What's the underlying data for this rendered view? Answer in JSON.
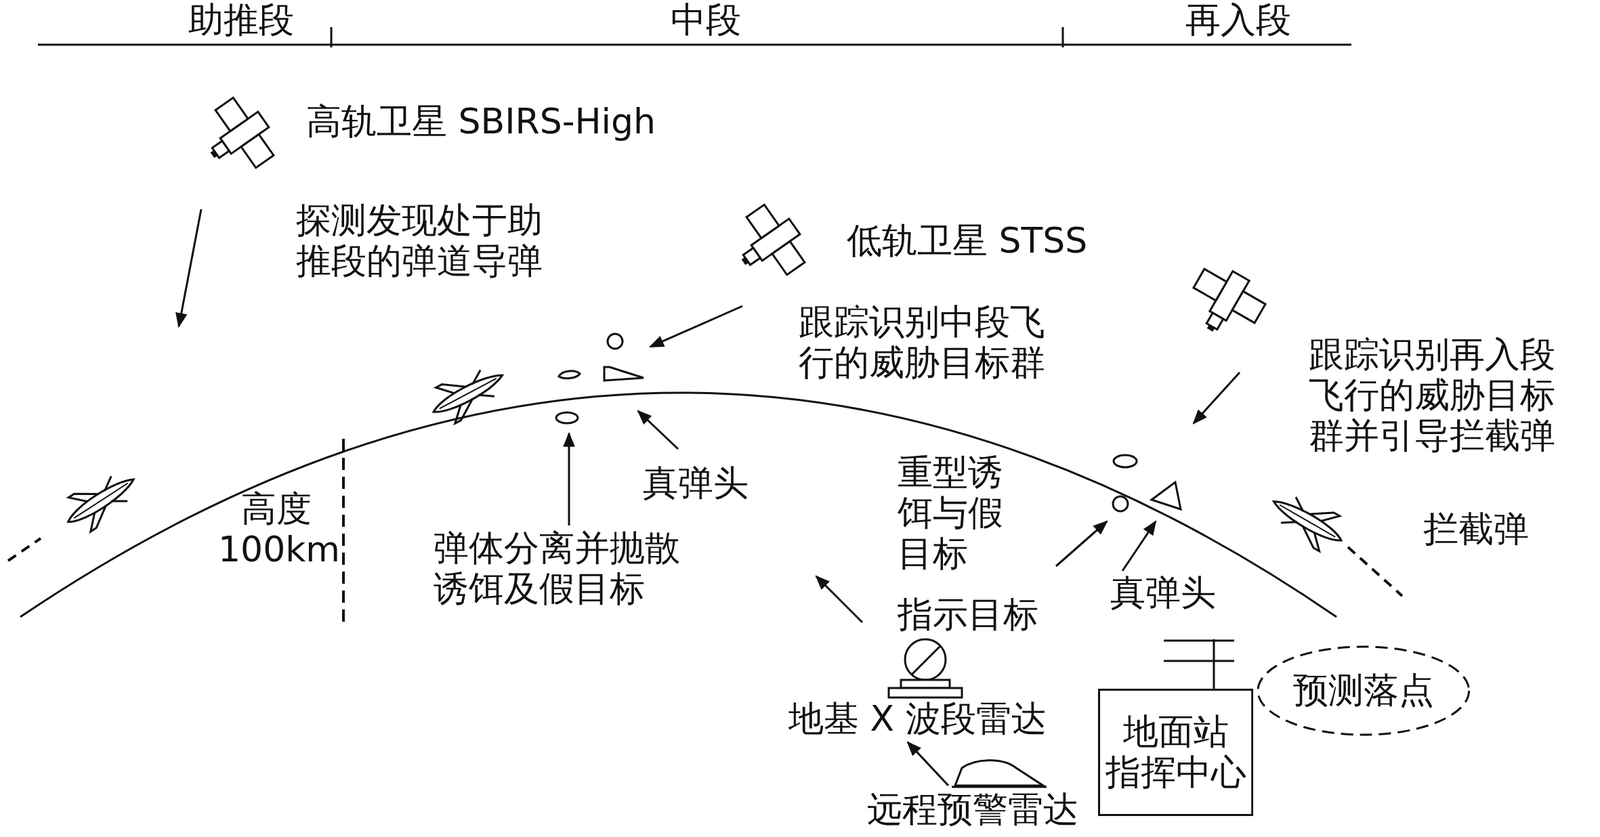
{
  "diagram": {
    "nodes": [
      {
        "text": [
          "地面站 指挥中心"
        ]
      },
      {
        "text": [
          "预测落点"
        ]
      }
    ],
    "labels": [
      "助推段",
      "中段",
      "再入段",
      "高轨卫星 SBIRS-High",
      "探测发现处于助 推段的弹道导弹",
      "低轨卫星 STSS",
      "跟踪识别中段飞 行的威胁目标群",
      "跟踪识别再入段 飞行的威胁目标 群并引导拦截弹",
      "真弹头",
      "高度 100km",
      "弹体分离并抛散 诱饵及假目标",
      "重型诱 饵与假 目标",
      "指示目标",
      "真弹头",
      "拦截弹",
      "地基 X 波段雷达",
      "远程预警雷达"
    ]
  }
}
